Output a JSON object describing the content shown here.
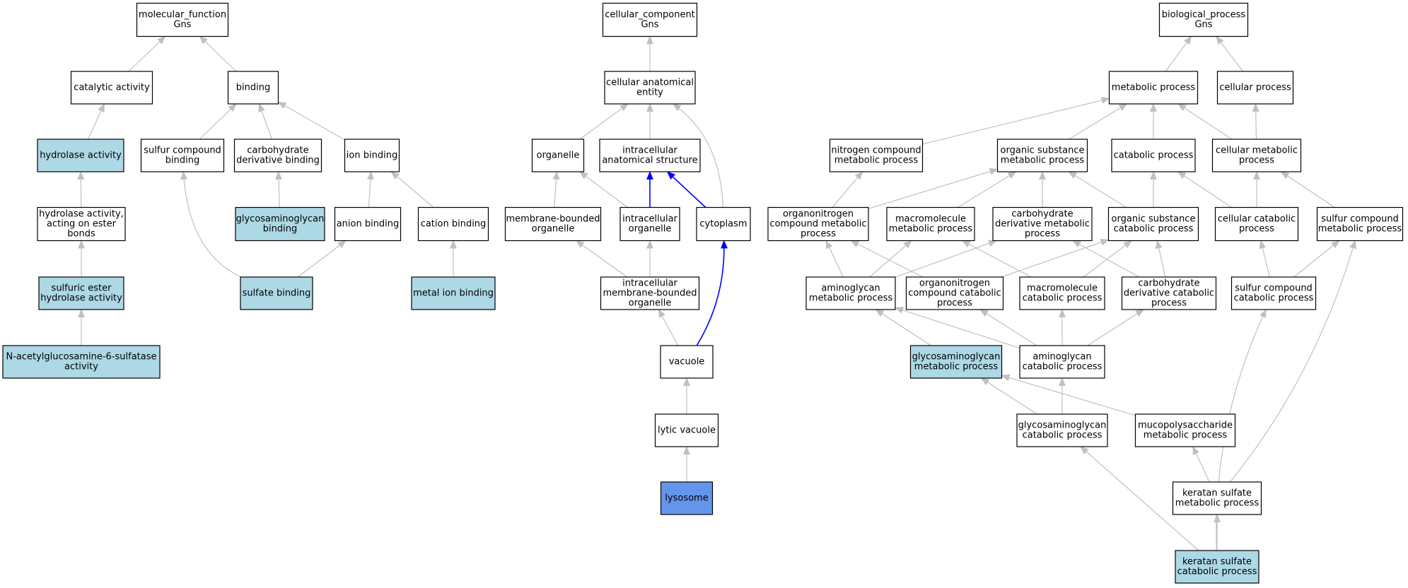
{
  "colors": {
    "node_default": "#ffffff",
    "node_highlight": "#add8e6",
    "node_focus": "#6495ed",
    "edge_default": "#c0c0c0",
    "edge_path": "#0000ff",
    "node_border": "#000000"
  },
  "nodes": [
    {
      "id": "mf",
      "lines": [
        "molecular_function",
        "Gns"
      ],
      "fill": "default"
    },
    {
      "id": "catalytic",
      "lines": [
        "catalytic activity"
      ],
      "fill": "default"
    },
    {
      "id": "binding",
      "lines": [
        "binding"
      ],
      "fill": "default"
    },
    {
      "id": "hydrolase",
      "lines": [
        "hydrolase activity"
      ],
      "fill": "highlight"
    },
    {
      "id": "sulfur_cmp_binding",
      "lines": [
        "sulfur compound",
        "binding"
      ],
      "fill": "default"
    },
    {
      "id": "carb_deriv_binding",
      "lines": [
        "carbohydrate",
        "derivative binding"
      ],
      "fill": "default"
    },
    {
      "id": "ion_binding",
      "lines": [
        "ion binding"
      ],
      "fill": "default"
    },
    {
      "id": "hydrolase_ester",
      "lines": [
        "hydrolase activity,",
        "acting on ester",
        "bonds"
      ],
      "fill": "default"
    },
    {
      "id": "gag_binding",
      "lines": [
        "glycosaminoglycan",
        "binding"
      ],
      "fill": "highlight"
    },
    {
      "id": "anion_binding",
      "lines": [
        "anion binding"
      ],
      "fill": "default"
    },
    {
      "id": "cation_binding",
      "lines": [
        "cation binding"
      ],
      "fill": "default"
    },
    {
      "id": "sulfuric_ester",
      "lines": [
        "sulfuric ester",
        "hydrolase activity"
      ],
      "fill": "highlight"
    },
    {
      "id": "sulfate_binding",
      "lines": [
        "sulfate binding"
      ],
      "fill": "highlight"
    },
    {
      "id": "metal_ion_binding",
      "lines": [
        "metal ion binding"
      ],
      "fill": "highlight"
    },
    {
      "id": "nacetyl",
      "lines": [
        "N-acetylglucosamine-6-sulfatase",
        "activity"
      ],
      "fill": "highlight"
    },
    {
      "id": "cc",
      "lines": [
        "cellular_component",
        "Gns"
      ],
      "fill": "default"
    },
    {
      "id": "cae",
      "lines": [
        "cellular anatomical",
        "entity"
      ],
      "fill": "default"
    },
    {
      "id": "organelle",
      "lines": [
        "organelle"
      ],
      "fill": "default"
    },
    {
      "id": "ias",
      "lines": [
        "intracellular",
        "anatomical structure"
      ],
      "fill": "default"
    },
    {
      "id": "mbo",
      "lines": [
        "membrane-bounded",
        "organelle"
      ],
      "fill": "default"
    },
    {
      "id": "io",
      "lines": [
        "intracellular",
        "organelle"
      ],
      "fill": "default"
    },
    {
      "id": "cytoplasm",
      "lines": [
        "cytoplasm"
      ],
      "fill": "default"
    },
    {
      "id": "imbo",
      "lines": [
        "intracellular",
        "membrane-bounded",
        "organelle"
      ],
      "fill": "default"
    },
    {
      "id": "vacuole",
      "lines": [
        "vacuole"
      ],
      "fill": "default"
    },
    {
      "id": "lytic_vacuole",
      "lines": [
        "lytic vacuole"
      ],
      "fill": "default"
    },
    {
      "id": "lysosome",
      "lines": [
        "lysosome"
      ],
      "fill": "focus"
    },
    {
      "id": "bp",
      "lines": [
        "biological_process",
        "Gns"
      ],
      "fill": "default"
    },
    {
      "id": "metabolic",
      "lines": [
        "metabolic process"
      ],
      "fill": "default"
    },
    {
      "id": "cellular_process",
      "lines": [
        "cellular process"
      ],
      "fill": "default"
    },
    {
      "id": "nitrogen_cmp",
      "lines": [
        "nitrogen compound",
        "metabolic process"
      ],
      "fill": "default"
    },
    {
      "id": "org_subst_met",
      "lines": [
        "organic substance",
        "metabolic process"
      ],
      "fill": "default"
    },
    {
      "id": "catabolic",
      "lines": [
        "catabolic process"
      ],
      "fill": "default"
    },
    {
      "id": "cell_met",
      "lines": [
        "cellular metabolic",
        "process"
      ],
      "fill": "default"
    },
    {
      "id": "orgnitro_met",
      "lines": [
        "organonitrogen",
        "compound metabolic",
        "process"
      ],
      "fill": "default"
    },
    {
      "id": "macromol_met",
      "lines": [
        "macromolecule",
        "metabolic process"
      ],
      "fill": "default"
    },
    {
      "id": "carb_deriv_met",
      "lines": [
        "carbohydrate",
        "derivative metabolic",
        "process"
      ],
      "fill": "default"
    },
    {
      "id": "org_subst_cat",
      "lines": [
        "organic substance",
        "catabolic process"
      ],
      "fill": "default"
    },
    {
      "id": "cell_cat",
      "lines": [
        "cellular catabolic",
        "process"
      ],
      "fill": "default"
    },
    {
      "id": "sulfur_met",
      "lines": [
        "sulfur compound",
        "metabolic process"
      ],
      "fill": "default"
    },
    {
      "id": "aminoglycan_met",
      "lines": [
        "aminoglycan",
        "metabolic process"
      ],
      "fill": "default"
    },
    {
      "id": "orgnitro_cat",
      "lines": [
        "organonitrogen",
        "compound catabolic",
        "process"
      ],
      "fill": "default"
    },
    {
      "id": "macromol_cat",
      "lines": [
        "macromolecule",
        "catabolic process"
      ],
      "fill": "default"
    },
    {
      "id": "carb_deriv_cat",
      "lines": [
        "carbohydrate",
        "derivative catabolic",
        "process"
      ],
      "fill": "default"
    },
    {
      "id": "sulfur_cat",
      "lines": [
        "sulfur compound",
        "catabolic process"
      ],
      "fill": "default"
    },
    {
      "id": "gag_met",
      "lines": [
        "glycosaminoglycan",
        "metabolic process"
      ],
      "fill": "highlight"
    },
    {
      "id": "aminoglycan_cat",
      "lines": [
        "aminoglycan",
        "catabolic process"
      ],
      "fill": "default"
    },
    {
      "id": "gag_cat",
      "lines": [
        "glycosaminoglycan",
        "catabolic process"
      ],
      "fill": "default"
    },
    {
      "id": "mucopoly",
      "lines": [
        "mucopolysaccharide",
        "metabolic process"
      ],
      "fill": "default"
    },
    {
      "id": "keratan_met",
      "lines": [
        "keratan sulfate",
        "metabolic process"
      ],
      "fill": "default"
    },
    {
      "id": "keratan_cat",
      "lines": [
        "keratan sulfate",
        "catabolic process"
      ],
      "fill": "highlight"
    }
  ],
  "edges": [
    {
      "from": "catalytic",
      "to": "mf"
    },
    {
      "from": "binding",
      "to": "mf"
    },
    {
      "from": "hydrolase",
      "to": "catalytic"
    },
    {
      "from": "sulfur_cmp_binding",
      "to": "binding"
    },
    {
      "from": "carb_deriv_binding",
      "to": "binding"
    },
    {
      "from": "ion_binding",
      "to": "binding"
    },
    {
      "from": "hydrolase_ester",
      "to": "hydrolase"
    },
    {
      "from": "gag_binding",
      "to": "carb_deriv_binding"
    },
    {
      "from": "anion_binding",
      "to": "ion_binding"
    },
    {
      "from": "cation_binding",
      "to": "ion_binding"
    },
    {
      "from": "sulfuric_ester",
      "to": "hydrolase_ester"
    },
    {
      "from": "sulfate_binding",
      "to": "sulfur_cmp_binding",
      "curve": -30
    },
    {
      "from": "sulfate_binding",
      "to": "anion_binding"
    },
    {
      "from": "metal_ion_binding",
      "to": "cation_binding"
    },
    {
      "from": "nacetyl",
      "to": "sulfuric_ester"
    },
    {
      "from": "cae",
      "to": "cc"
    },
    {
      "from": "organelle",
      "to": "cae"
    },
    {
      "from": "ias",
      "to": "cae"
    },
    {
      "from": "cytoplasm",
      "to": "cae",
      "curve": 25
    },
    {
      "from": "mbo",
      "to": "organelle"
    },
    {
      "from": "io",
      "to": "organelle"
    },
    {
      "from": "io",
      "to": "ias",
      "path": true
    },
    {
      "from": "cytoplasm",
      "to": "ias",
      "path": true
    },
    {
      "from": "imbo",
      "to": "mbo"
    },
    {
      "from": "imbo",
      "to": "io"
    },
    {
      "from": "vacuole",
      "to": "imbo"
    },
    {
      "from": "vacuole",
      "to": "cytoplasm",
      "path": true,
      "curve": 15
    },
    {
      "from": "lytic_vacuole",
      "to": "vacuole"
    },
    {
      "from": "lysosome",
      "to": "lytic_vacuole"
    },
    {
      "from": "metabolic",
      "to": "bp"
    },
    {
      "from": "cellular_process",
      "to": "bp"
    },
    {
      "from": "nitrogen_cmp",
      "to": "metabolic"
    },
    {
      "from": "org_subst_met",
      "to": "metabolic"
    },
    {
      "from": "catabolic",
      "to": "metabolic"
    },
    {
      "from": "cell_met",
      "to": "metabolic"
    },
    {
      "from": "cell_met",
      "to": "cellular_process"
    },
    {
      "from": "orgnitro_met",
      "to": "nitrogen_cmp"
    },
    {
      "from": "orgnitro_met",
      "to": "org_subst_met"
    },
    {
      "from": "macromol_met",
      "to": "org_subst_met"
    },
    {
      "from": "carb_deriv_met",
      "to": "org_subst_met"
    },
    {
      "from": "org_subst_cat",
      "to": "org_subst_met"
    },
    {
      "from": "org_subst_cat",
      "to": "catabolic"
    },
    {
      "from": "cell_cat",
      "to": "catabolic"
    },
    {
      "from": "cell_cat",
      "to": "cell_met"
    },
    {
      "from": "sulfur_met",
      "to": "cell_met"
    },
    {
      "from": "aminoglycan_met",
      "to": "orgnitro_met"
    },
    {
      "from": "aminoglycan_met",
      "to": "macromol_met"
    },
    {
      "from": "aminoglycan_met",
      "to": "carb_deriv_met"
    },
    {
      "from": "orgnitro_cat",
      "to": "orgnitro_met"
    },
    {
      "from": "orgnitro_cat",
      "to": "org_subst_cat"
    },
    {
      "from": "macromol_cat",
      "to": "macromol_met"
    },
    {
      "from": "macromol_cat",
      "to": "org_subst_cat"
    },
    {
      "from": "carb_deriv_cat",
      "to": "carb_deriv_met"
    },
    {
      "from": "carb_deriv_cat",
      "to": "org_subst_cat"
    },
    {
      "from": "sulfur_cat",
      "to": "cell_cat"
    },
    {
      "from": "sulfur_cat",
      "to": "sulfur_met"
    },
    {
      "from": "gag_met",
      "to": "aminoglycan_met"
    },
    {
      "from": "aminoglycan_cat",
      "to": "aminoglycan_met"
    },
    {
      "from": "aminoglycan_cat",
      "to": "orgnitro_cat"
    },
    {
      "from": "aminoglycan_cat",
      "to": "macromol_cat"
    },
    {
      "from": "aminoglycan_cat",
      "to": "carb_deriv_cat"
    },
    {
      "from": "gag_cat",
      "to": "gag_met"
    },
    {
      "from": "gag_cat",
      "to": "aminoglycan_cat"
    },
    {
      "from": "mucopoly",
      "to": "gag_met"
    },
    {
      "from": "keratan_met",
      "to": "mucopoly"
    },
    {
      "from": "keratan_met",
      "to": "sulfur_met",
      "curve": 10
    },
    {
      "from": "keratan_cat",
      "to": "gag_cat"
    },
    {
      "from": "keratan_cat",
      "to": "keratan_met"
    },
    {
      "from": "keratan_cat",
      "to": "sulfur_cat",
      "curve": -12
    }
  ]
}
